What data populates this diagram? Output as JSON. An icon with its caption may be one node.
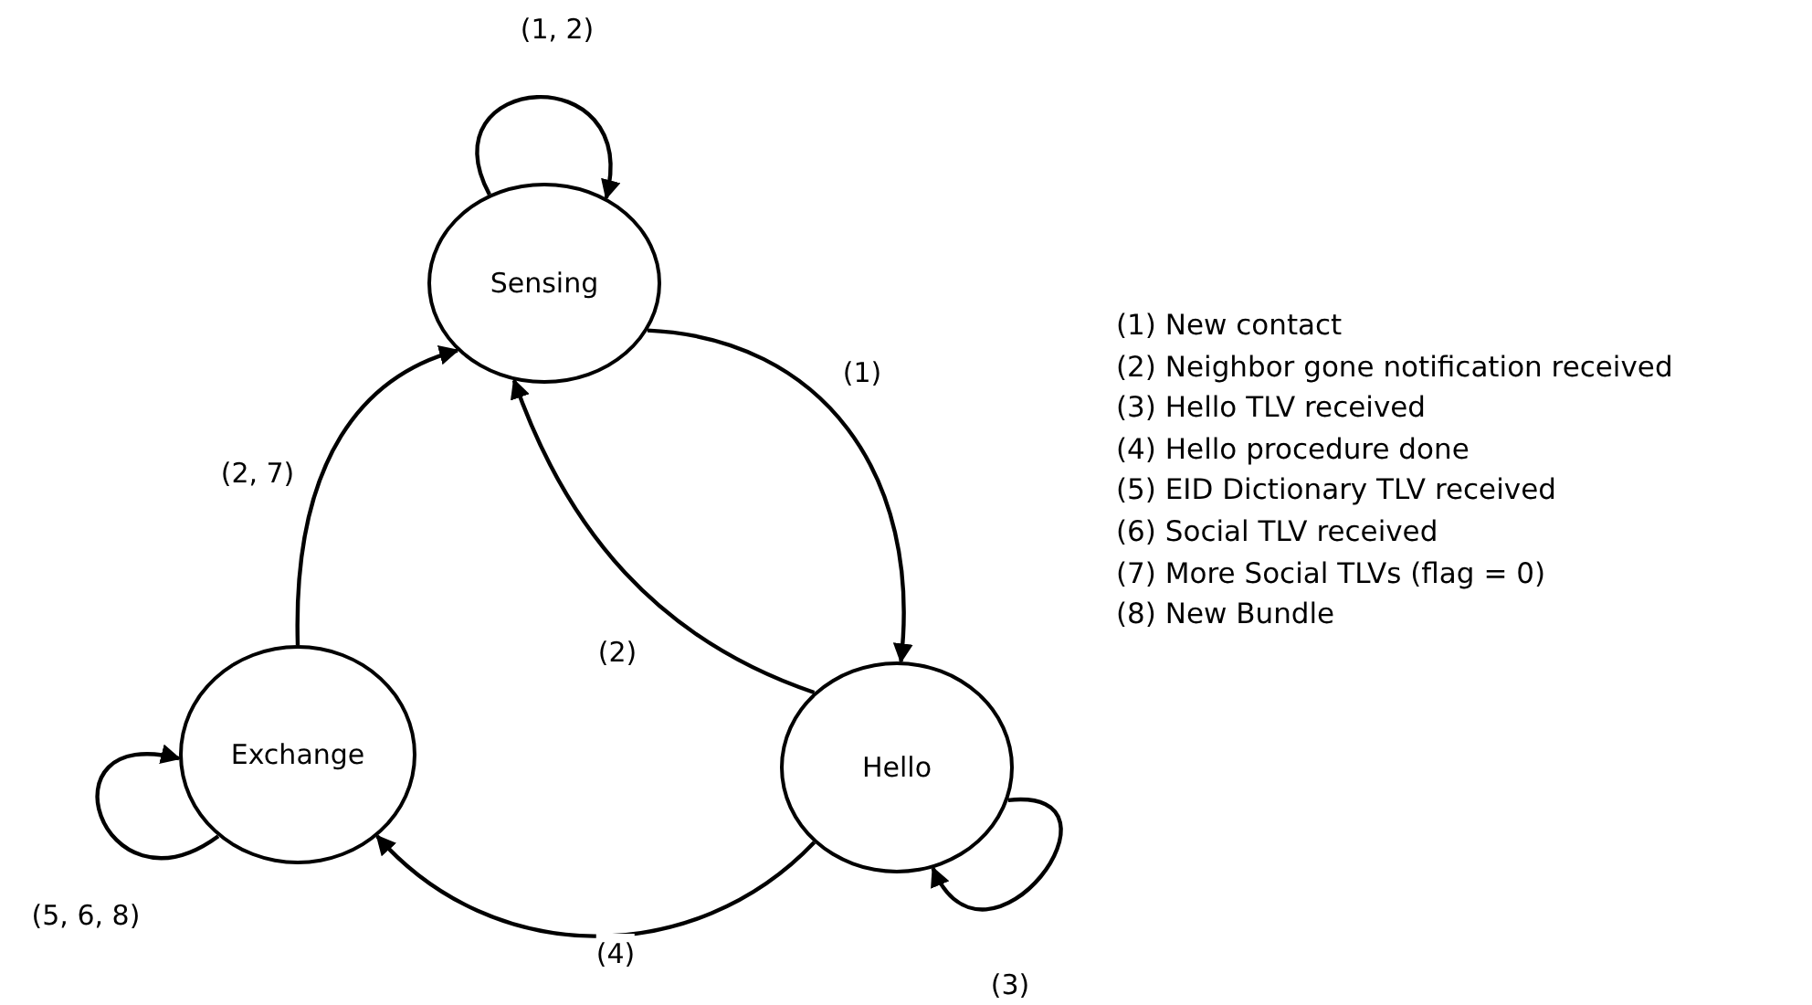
{
  "diagram": {
    "nodes": [
      {
        "text": [
          "Sensing"
        ]
      },
      {
        "text": [
          "Hello"
        ]
      },
      {
        "text": [
          "Exchange"
        ]
      }
    ],
    "edges": [
      {
        "from": 0,
        "to": 0,
        "arrow": "to",
        "label": "(1, 2)"
      },
      {
        "from": 0,
        "to": 1,
        "arrow": "to",
        "label": "(1)"
      },
      {
        "from": 1,
        "to": 0,
        "arrow": "to",
        "label": "(2)"
      },
      {
        "from": 1,
        "to": 1,
        "arrow": "to",
        "label": "(3)"
      },
      {
        "from": 1,
        "to": 2,
        "arrow": "to",
        "label": "(4)"
      },
      {
        "from": 2,
        "to": 0,
        "arrow": "to",
        "label": "(2, 7)"
      },
      {
        "from": 2,
        "to": 2,
        "arrow": "to",
        "label": "(5, 6, 8)"
      }
    ],
    "labels": [
      "(1) New contact",
      "(2) Neighbor gone notification received",
      "(3) Hello TLV received",
      "(4) Hello procedure done",
      "(5) EID Dictionary TLV received",
      "(6) Social TLV received",
      "(7) More Social TLVs (flag = 0)",
      "(8) New Bundle"
    ]
  }
}
